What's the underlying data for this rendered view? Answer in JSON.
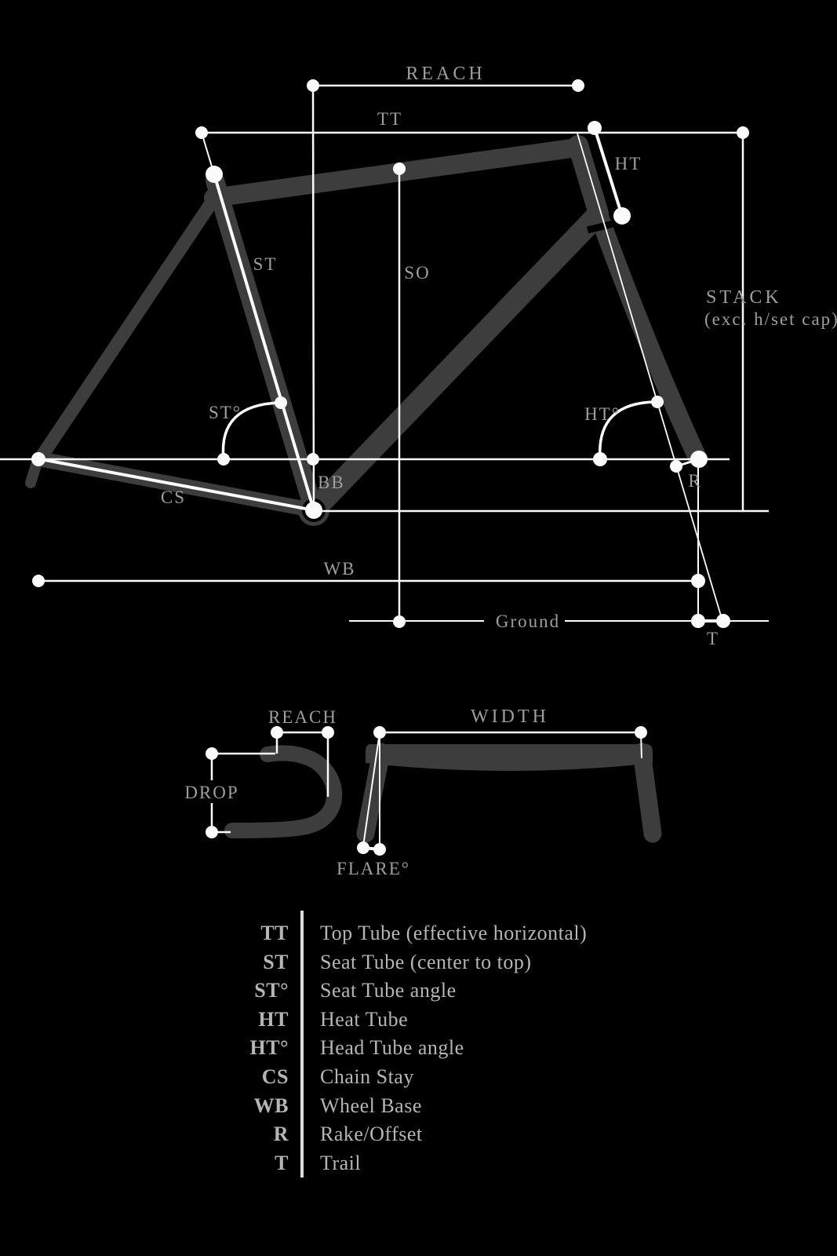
{
  "frame_diagram": {
    "labels": {
      "reach": "REACH",
      "tt": "TT",
      "ht": "HT",
      "st": "ST",
      "so": "SO",
      "stack_line1": "STACK",
      "stack_line2": "(exc. h/set cap)",
      "st_angle": "ST°",
      "ht_angle": "HT°",
      "bb": "BB",
      "cs": "CS",
      "wb": "WB",
      "ground": "Ground",
      "rake": "R",
      "trail": "T"
    }
  },
  "handlebar_diagram": {
    "side_view": {
      "reach": "REACH",
      "drop": "DROP"
    },
    "front_view": {
      "width": "WIDTH",
      "flare": "FLARE°"
    }
  },
  "legend": {
    "rows": [
      {
        "abbr": "TT",
        "desc": "Top Tube (effective horizontal)"
      },
      {
        "abbr": "ST",
        "desc": "Seat Tube (center to top)"
      },
      {
        "abbr": "ST°",
        "desc": "Seat Tube angle"
      },
      {
        "abbr": "HT",
        "desc": "Heat Tube"
      },
      {
        "abbr": "HT°",
        "desc": "Head Tube angle"
      },
      {
        "abbr": "CS",
        "desc": "Chain Stay"
      },
      {
        "abbr": "WB",
        "desc": "Wheel Base"
      },
      {
        "abbr": "R",
        "desc": "Rake/Offset"
      },
      {
        "abbr": "T",
        "desc": "Trail"
      }
    ]
  },
  "colors": {
    "background": "#000000",
    "tube": "#3d3d3d",
    "tube_dark": "#3a3a3a",
    "line": "#fbfbfb",
    "label": "#9e9e9e",
    "legend_text": "#b5b5b5",
    "divider": "#dcdcdc"
  }
}
